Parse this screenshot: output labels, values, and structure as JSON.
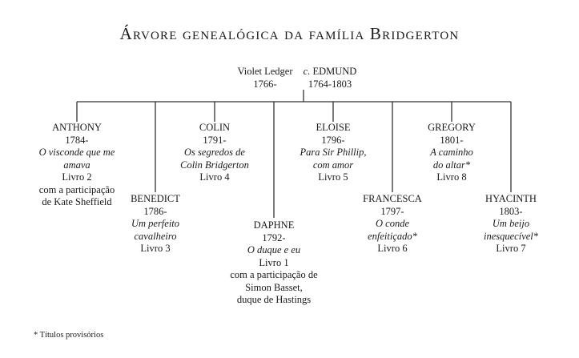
{
  "title": "Árvore genealógica da família Bridgerton",
  "parents": {
    "mother": {
      "name": "Violet Ledger",
      "years": "1766-"
    },
    "marriage_prefix": "c.",
    "father": {
      "name": "EDMUND",
      "years": "1764-1803"
    }
  },
  "children": [
    {
      "name": "ANTHONY",
      "years": "1784-",
      "book_title": [
        "O visconde que me",
        "amava"
      ],
      "book": "Livro 2",
      "extra": [
        "com a participação",
        "de Kate Sheffield"
      ]
    },
    {
      "name": "BENEDICT",
      "years": "1786-",
      "book_title": [
        "Um perfeito",
        "cavalheiro"
      ],
      "book": "Livro 3",
      "extra": []
    },
    {
      "name": "COLIN",
      "years": "1791-",
      "book_title": [
        "Os segredos de",
        "Colin Bridgerton"
      ],
      "book": "Livro 4",
      "extra": []
    },
    {
      "name": "DAPHNE",
      "years": "1792-",
      "book_title": [
        "O duque e eu"
      ],
      "book": "Livro 1",
      "extra": [
        "com a participação de",
        "Simon Basset,",
        "duque de Hastings"
      ]
    },
    {
      "name": "ELOISE",
      "years": "1796-",
      "book_title": [
        "Para Sir Phillip,",
        "com amor"
      ],
      "book": "Livro 5",
      "extra": []
    },
    {
      "name": "FRANCESCA",
      "years": "1797-",
      "book_title": [
        "O conde",
        "enfeitiçado*"
      ],
      "book": "Livro 6",
      "extra": []
    },
    {
      "name": "GREGORY",
      "years": "1801-",
      "book_title": [
        "A caminho",
        "do altar*"
      ],
      "book": "Livro 8",
      "extra": []
    },
    {
      "name": "HYACINTH",
      "years": "1803-",
      "book_title": [
        "Um beijo",
        "inesquecível*"
      ],
      "book": "Livro 7",
      "extra": []
    }
  ],
  "footnote": "* Títulos provisórios"
}
